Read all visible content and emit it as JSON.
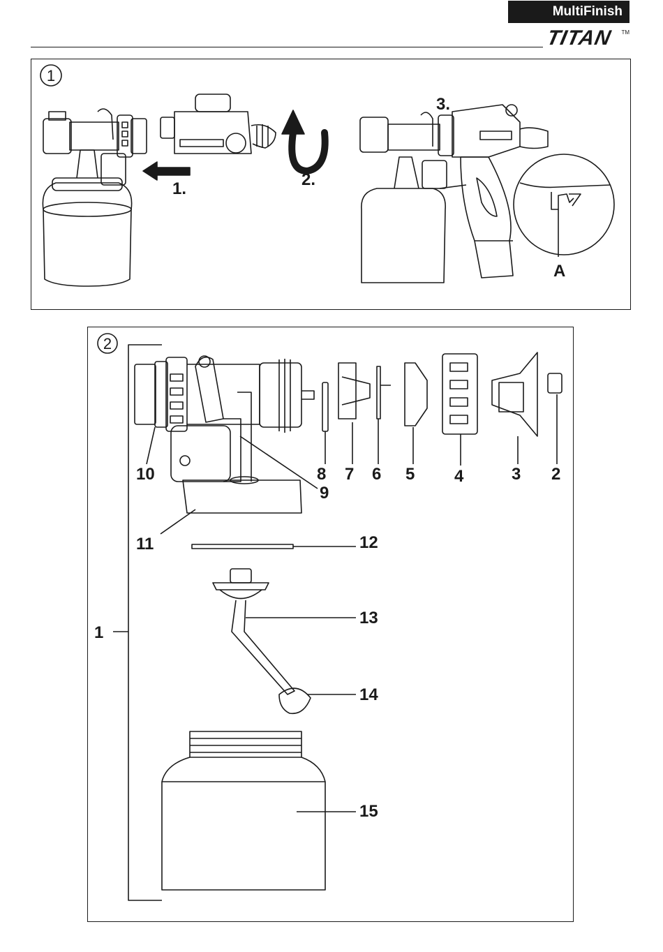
{
  "header": {
    "product": "MultiFinish",
    "brand": "TITAN",
    "trademark": "TM"
  },
  "figure1": {
    "number": "1",
    "steps": [
      "1.",
      "2.",
      "3."
    ],
    "callout": "A"
  },
  "figure2": {
    "number": "2",
    "parts": [
      "1",
      "2",
      "3",
      "4",
      "5",
      "6",
      "7",
      "8",
      "9",
      "10",
      "11",
      "12",
      "13",
      "14",
      "15"
    ]
  }
}
